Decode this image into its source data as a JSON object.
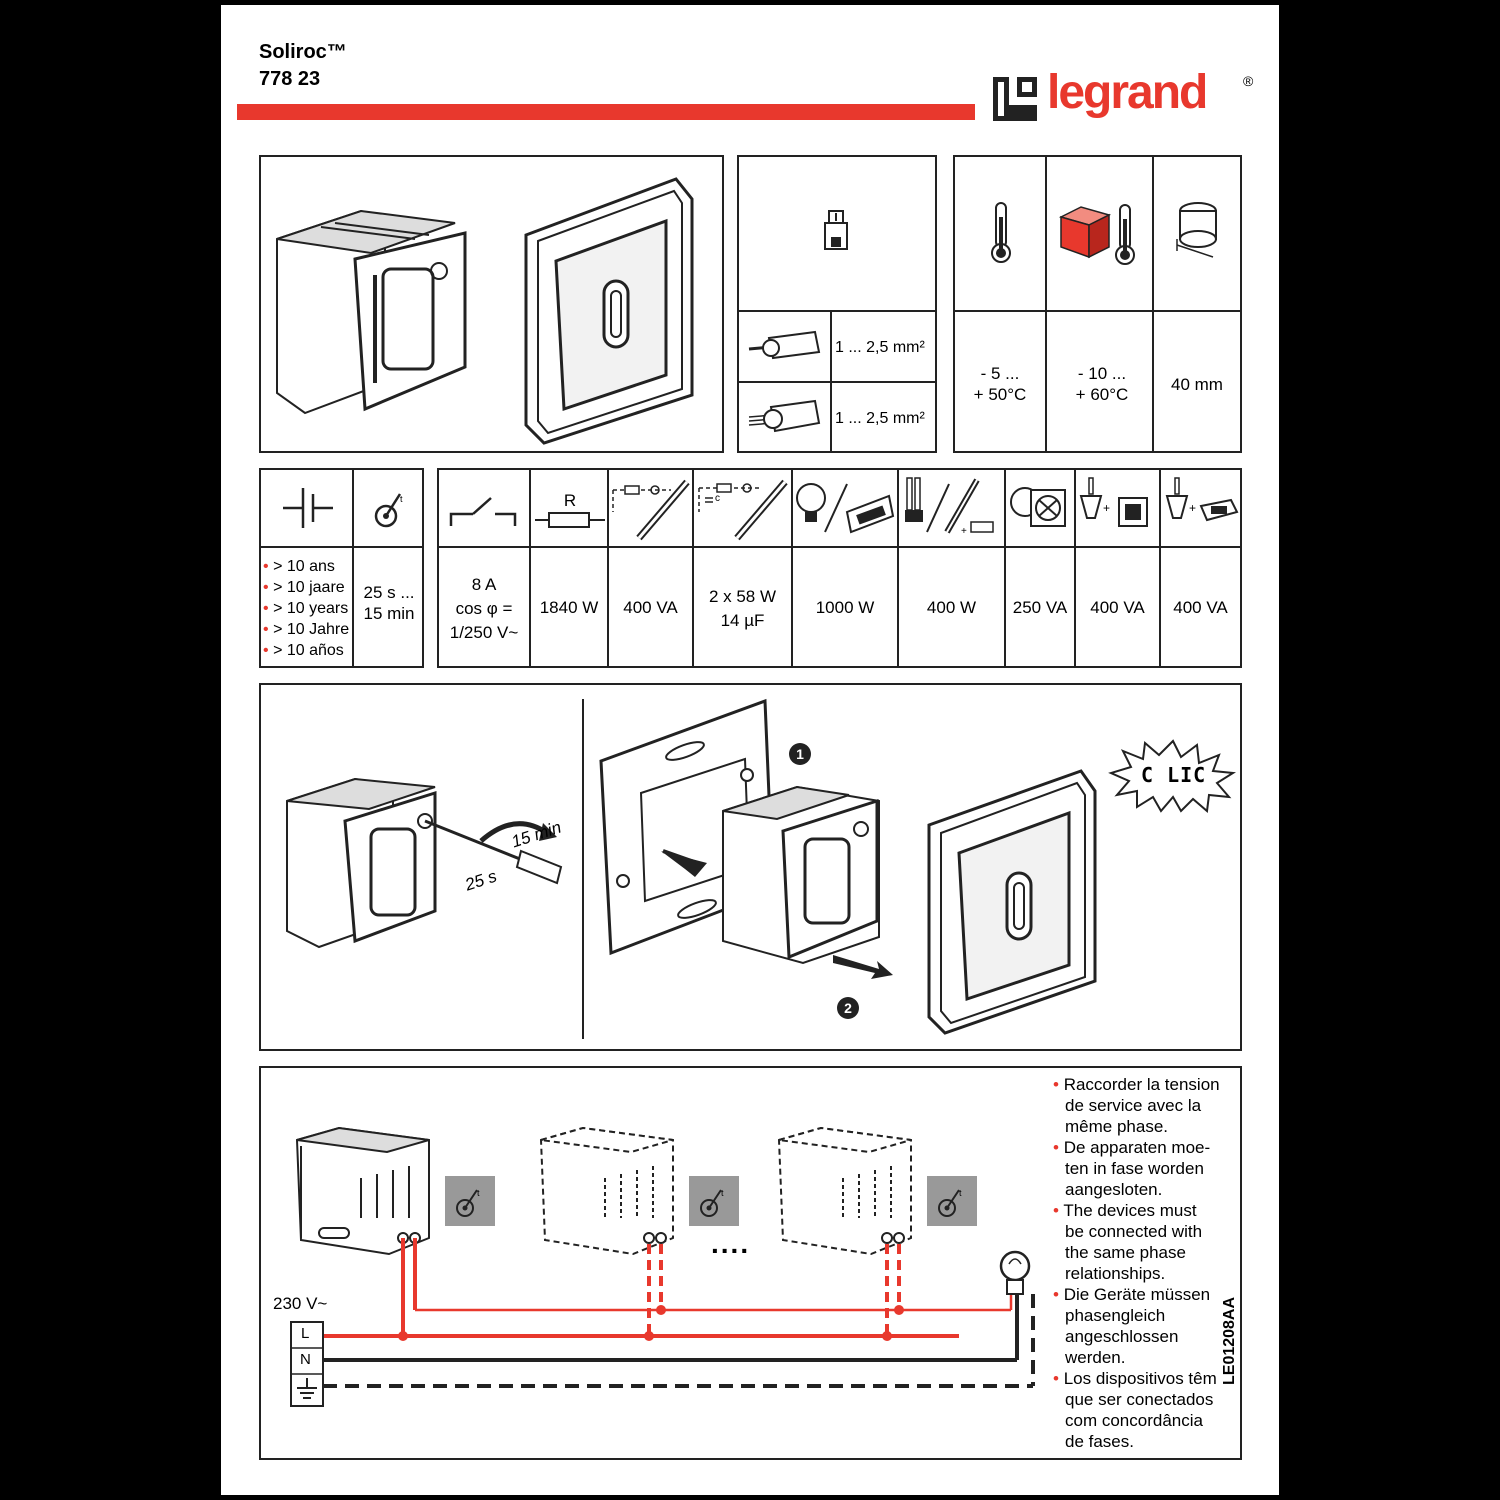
{
  "header": {
    "product_name": "Soliroc™",
    "product_ref": "778 23",
    "brand": "legrand",
    "brand_mark": "®",
    "accent_color": "#e8382d"
  },
  "wiring_specs": {
    "rigid": "1 ... 2,5 mm²",
    "flexible": "1 ... 2,5 mm²"
  },
  "environment": {
    "operating_temp": [
      "- 5 ...",
      "+ 50°C"
    ],
    "storage_temp": [
      "- 10 ...",
      "+ 60°C"
    ],
    "box_depth": "40 mm"
  },
  "lifetime": {
    "items": [
      "> 10 ans",
      "> 10 jaare",
      "> 10 years",
      "> 10 Jahre",
      "> 10 años"
    ],
    "delay": [
      "25 s ...",
      "15 min"
    ]
  },
  "loads": {
    "rating": [
      "8 A",
      "cos φ =",
      "1/250 V~"
    ],
    "resistor_label": "R",
    "capacitor_label": "c",
    "values": [
      {
        "lines": [
          "1840 W"
        ]
      },
      {
        "lines": [
          "400 VA"
        ]
      },
      {
        "lines": [
          "2 x 58 W",
          "14 µF"
        ]
      },
      {
        "lines": [
          "1000 W"
        ]
      },
      {
        "lines": [
          "400 W"
        ]
      },
      {
        "lines": [
          "250 VA"
        ]
      },
      {
        "lines": [
          "400 VA"
        ]
      },
      {
        "lines": [
          "400 VA"
        ]
      }
    ]
  },
  "installation": {
    "dial_max": "15 min",
    "dial_min": "25 s",
    "step1": "1",
    "step2": "2",
    "clic": "C LIC"
  },
  "wiring": {
    "voltage": "230 V~",
    "L": "L",
    "N": "N",
    "dots": "....",
    "notes": [
      [
        "Raccorder la tension",
        "de service avec la",
        "même phase."
      ],
      [
        "De apparaten moe-",
        "ten in fase worden",
        "aangesloten."
      ],
      [
        "The devices must",
        "be connected with",
        "the same phase",
        "relationships."
      ],
      [
        "Die Geräte müssen",
        "phasengleich",
        "angeschlossen",
        "werden."
      ],
      [
        "Los dispositivos têm",
        "que ser conectados",
        "com concordância",
        "de fases."
      ]
    ]
  },
  "doc_code": "LE01208AA"
}
